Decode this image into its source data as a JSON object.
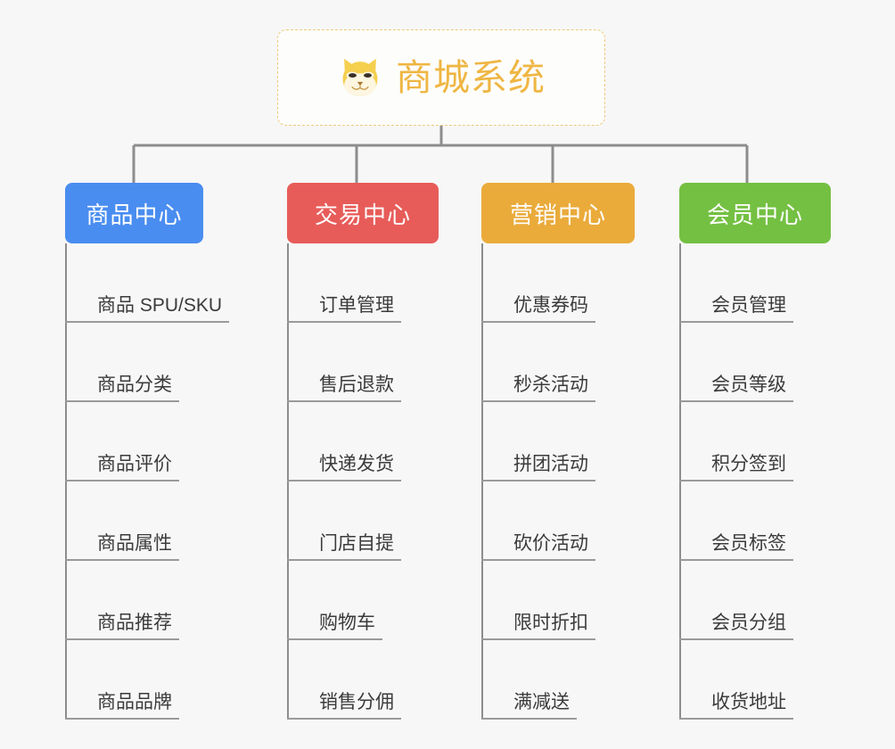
{
  "root": {
    "icon": "shiba-dog-face-icon",
    "title": "商城系统",
    "title_color": "#efb643",
    "border_color": "#eec97a"
  },
  "columns": [
    {
      "title": "商品中心",
      "color": "#4a8df0",
      "items": [
        "商品 SPU/SKU",
        "商品分类",
        "商品评价",
        "商品属性",
        "商品推荐",
        "商品品牌"
      ]
    },
    {
      "title": "交易中心",
      "color": "#e75c59",
      "items": [
        "订单管理",
        "售后退款",
        "快递发货",
        "门店自提",
        "购物车",
        "销售分佣"
      ]
    },
    {
      "title": "营销中心",
      "color": "#eaab3b",
      "items": [
        "优惠券码",
        "秒杀活动",
        "拼团活动",
        "砍价活动",
        "限时折扣",
        "满减送"
      ]
    },
    {
      "title": "会员中心",
      "color": "#74c043",
      "items": [
        "会员管理",
        "会员等级",
        "积分签到",
        "会员标签",
        "会员分组",
        "收货地址"
      ]
    }
  ],
  "connector_color": "#8d8d8d",
  "background_color": "#f7f7f7"
}
